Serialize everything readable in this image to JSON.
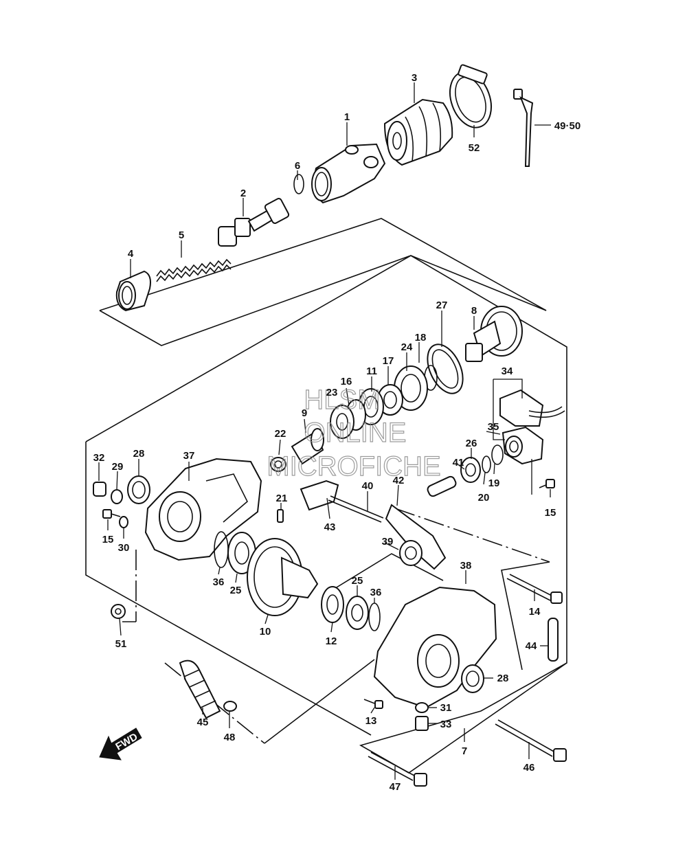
{
  "watermark": {
    "line1": "HLSM",
    "line2": "ONLINE",
    "line3": "MICROFICHE"
  },
  "direction_label": "FWD",
  "callouts": [
    {
      "id": "c1",
      "text": "1"
    },
    {
      "id": "c2",
      "text": "2"
    },
    {
      "id": "c3",
      "text": "3"
    },
    {
      "id": "c4",
      "text": "4"
    },
    {
      "id": "c5",
      "text": "5"
    },
    {
      "id": "c6",
      "text": "6"
    },
    {
      "id": "c52",
      "text": "52"
    },
    {
      "id": "c4950",
      "text": "49·50"
    },
    {
      "id": "c8",
      "text": "8"
    },
    {
      "id": "c27",
      "text": "27"
    },
    {
      "id": "c18",
      "text": "18"
    },
    {
      "id": "c24",
      "text": "24"
    },
    {
      "id": "c17",
      "text": "17"
    },
    {
      "id": "c11",
      "text": "11"
    },
    {
      "id": "c16",
      "text": "16"
    },
    {
      "id": "c23",
      "text": "23"
    },
    {
      "id": "c9",
      "text": "9"
    },
    {
      "id": "c22",
      "text": "22"
    },
    {
      "id": "c34",
      "text": "34"
    },
    {
      "id": "c35",
      "text": "35"
    },
    {
      "id": "c26",
      "text": "26"
    },
    {
      "id": "c41",
      "text": "41"
    },
    {
      "id": "c19",
      "text": "19"
    },
    {
      "id": "c20",
      "text": "20"
    },
    {
      "id": "c15a",
      "text": "15"
    },
    {
      "id": "c32",
      "text": "32"
    },
    {
      "id": "c29",
      "text": "29"
    },
    {
      "id": "c28a",
      "text": "28"
    },
    {
      "id": "c37",
      "text": "37"
    },
    {
      "id": "c21",
      "text": "21"
    },
    {
      "id": "c40",
      "text": "40"
    },
    {
      "id": "c42",
      "text": "42"
    },
    {
      "id": "c43",
      "text": "43"
    },
    {
      "id": "c15b",
      "text": "15"
    },
    {
      "id": "c30",
      "text": "30"
    },
    {
      "id": "c39",
      "text": "39"
    },
    {
      "id": "c36a",
      "text": "36"
    },
    {
      "id": "c25a",
      "text": "25"
    },
    {
      "id": "c25b",
      "text": "25"
    },
    {
      "id": "c36b",
      "text": "36"
    },
    {
      "id": "c38",
      "text": "38"
    },
    {
      "id": "c14",
      "text": "14"
    },
    {
      "id": "c10",
      "text": "10"
    },
    {
      "id": "c12",
      "text": "12"
    },
    {
      "id": "c51",
      "text": "51"
    },
    {
      "id": "c44",
      "text": "44"
    },
    {
      "id": "c28b",
      "text": "28"
    },
    {
      "id": "c31",
      "text": "31"
    },
    {
      "id": "c13",
      "text": "13"
    },
    {
      "id": "c33",
      "text": "33"
    },
    {
      "id": "c45",
      "text": "45"
    },
    {
      "id": "c48",
      "text": "48"
    },
    {
      "id": "c7",
      "text": "7"
    },
    {
      "id": "c46",
      "text": "46"
    },
    {
      "id": "c47",
      "text": "47"
    }
  ]
}
